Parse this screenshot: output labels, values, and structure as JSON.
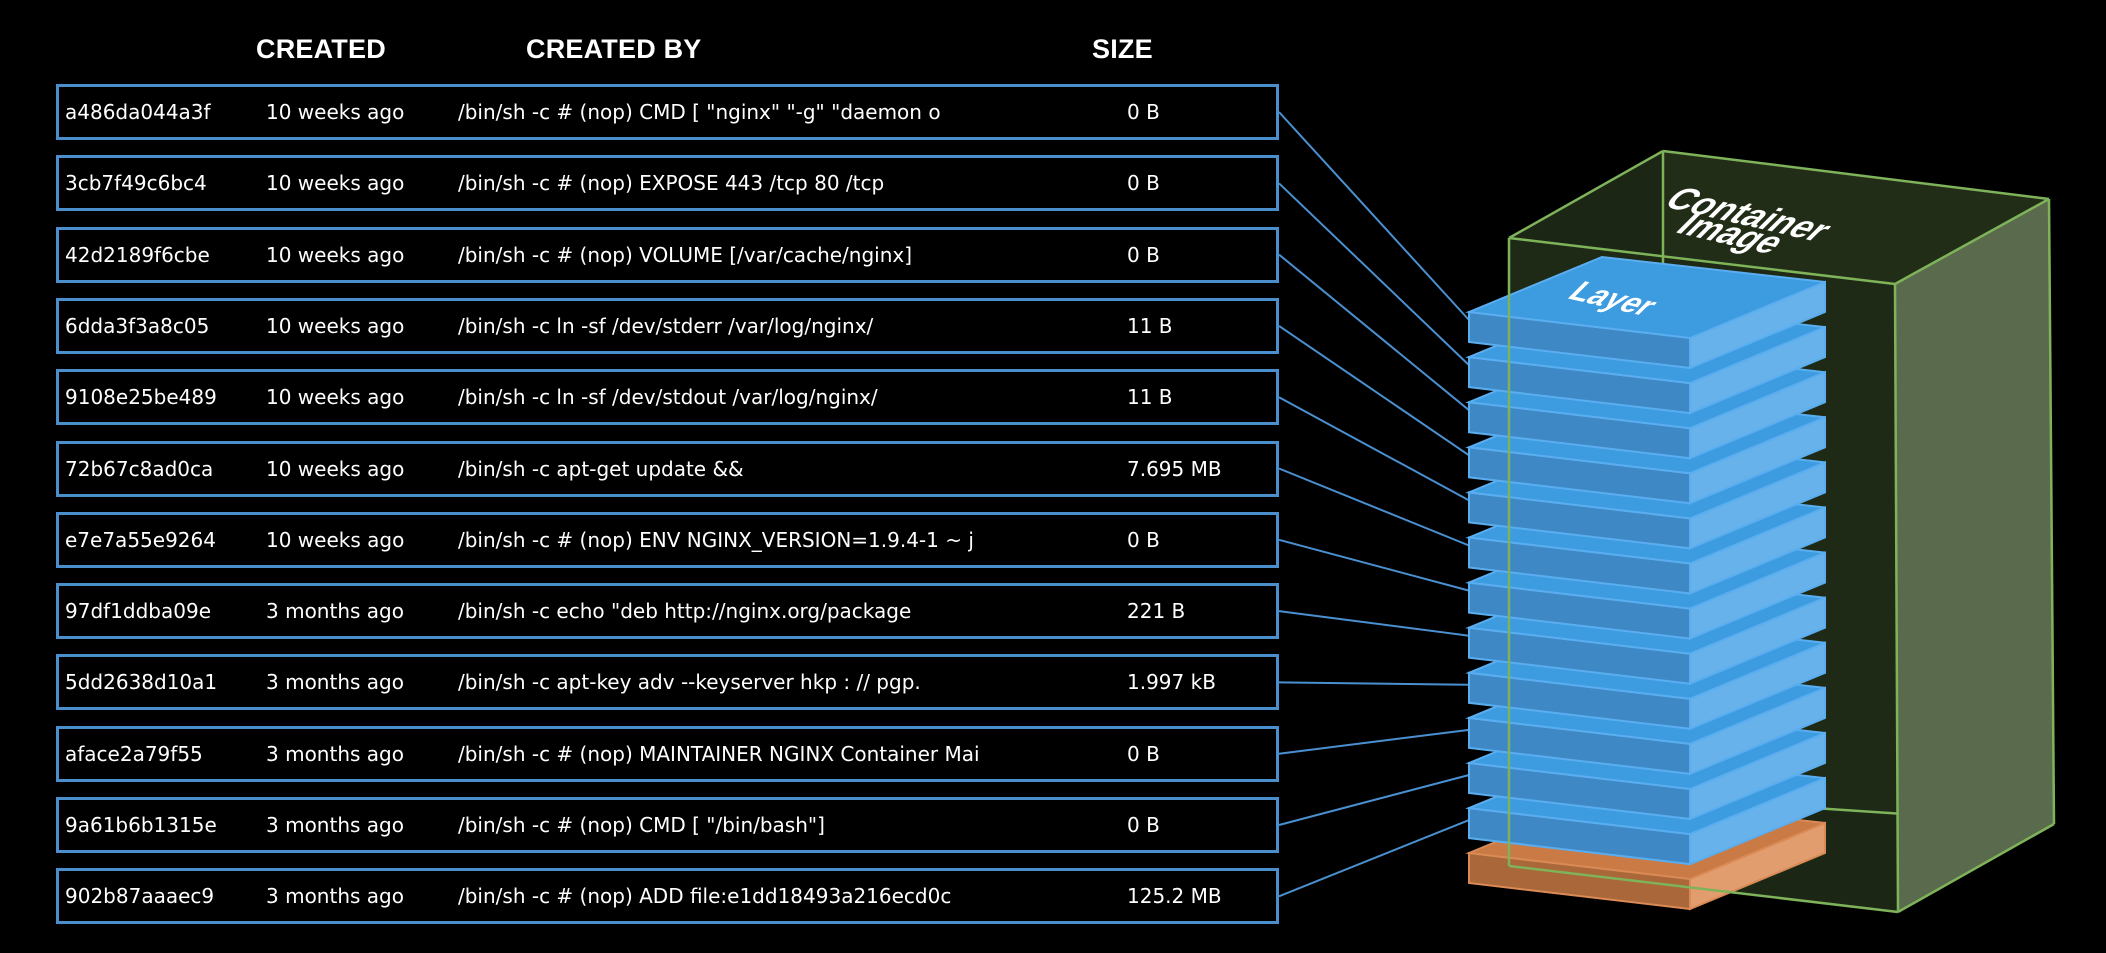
{
  "headers": {
    "created": "CREATED",
    "created_by": "CREATED BY",
    "size": "SIZE"
  },
  "rows": [
    {
      "id": "a486da044a3f",
      "created": "10 weeks ago",
      "created_by": "/bin/sh -c # (nop) CMD [ \"nginx\" \"-g\" \"daemon o",
      "size": "0 B"
    },
    {
      "id": "3cb7f49c6bc4",
      "created": "10 weeks ago",
      "created_by": "/bin/sh -c # (nop) EXPOSE 443 /tcp 80 /tcp",
      "size": "0 B"
    },
    {
      "id": "42d2189f6cbe",
      "created": "10 weeks ago",
      "created_by": "/bin/sh -c # (nop) VOLUME [/var/cache/nginx]",
      "size": "0 B"
    },
    {
      "id": "6dda3f3a8c05",
      "created": "10 weeks ago",
      "created_by": "/bin/sh -c ln -sf /dev/stderr /var/log/nginx/",
      "size": "11 B"
    },
    {
      "id": "9108e25be489",
      "created": "10 weeks ago",
      "created_by": "/bin/sh -c ln -sf /dev/stdout /var/log/nginx/",
      "size": "11 B"
    },
    {
      "id": "72b67c8ad0ca",
      "created": "10 weeks ago",
      "created_by": "/bin/sh -c apt-get update &&",
      "size": "7.695 MB"
    },
    {
      "id": "e7e7a55e9264",
      "created": "10 weeks ago",
      "created_by": "/bin/sh -c # (nop) ENV NGINX_VERSION=1.9.4-1 ~ j",
      "size": "0 B"
    },
    {
      "id": "97df1ddba09e",
      "created": "3 months ago",
      "created_by": "/bin/sh -c echo \"deb http://nginx.org/package",
      "size": "221 B"
    },
    {
      "id": "5dd2638d10a1",
      "created": "3 months ago",
      "created_by": "/bin/sh -c apt-key adv --keyserver hkp : // pgp.",
      "size": "1.997 kB"
    },
    {
      "id": "aface2a79f55",
      "created": "3 months ago",
      "created_by": "/bin/sh -c # (nop) MAINTAINER NGINX Container Mai",
      "size": "0 B"
    },
    {
      "id": "9a61b6b1315e",
      "created": "3 months ago",
      "created_by": "/bin/sh -c # (nop) CMD [ \"/bin/bash\"]",
      "size": "0 B"
    },
    {
      "id": "902b87aaaec9",
      "created": "3 months ago",
      "created_by": "/bin/sh -c # (nop) ADD file:e1dd18493a216ecd0c",
      "size": "125.2 MB"
    }
  ],
  "diagram": {
    "container_label_line1": "Container",
    "container_label_line2": "Image",
    "layer_label": "Layer",
    "blue_layer_count": 12,
    "base_layer_count": 1
  },
  "colors": {
    "background": "#000000",
    "row_border": "#4a8fcb",
    "connector": "#4a90d0",
    "layer_top": "#3d9be0",
    "layer_front": "#3f88c6",
    "layer_side": "#67b2ea",
    "layer_edge": "#5aaef0",
    "base_top": "#c97a45",
    "base_front": "#a9673a",
    "base_side": "#e29d6e",
    "container_edge": "#7fb35a",
    "container_fill": "#222d18",
    "container_side": "#5a6a4c"
  }
}
